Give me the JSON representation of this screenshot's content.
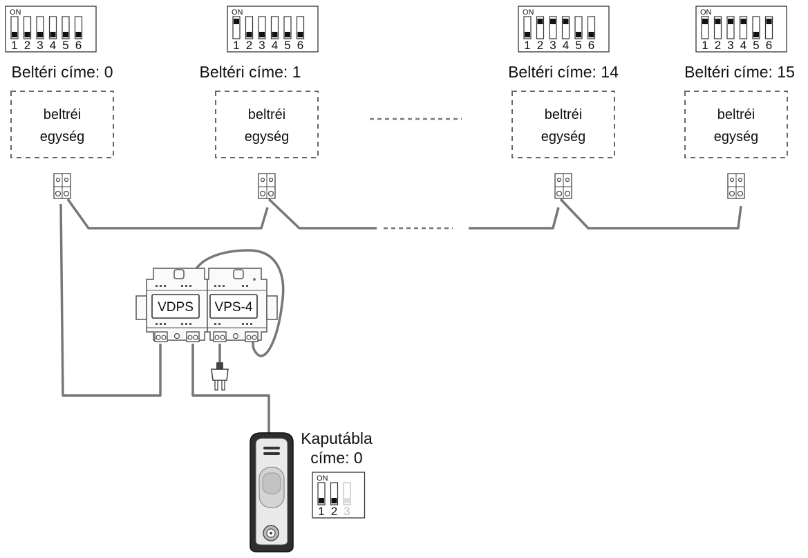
{
  "indoor_units": [
    {
      "address_label": "Beltéri címe: 0",
      "unit_label_line1": "beltréi",
      "unit_label_line2": "egység",
      "dip_on_label": "ON",
      "dip_numbers": [
        "1",
        "2",
        "3",
        "4",
        "5",
        "6"
      ],
      "dip_states": [
        0,
        0,
        0,
        0,
        0,
        0
      ]
    },
    {
      "address_label": "Beltéri címe: 1",
      "unit_label_line1": "beltréi",
      "unit_label_line2": "egység",
      "dip_on_label": "ON",
      "dip_numbers": [
        "1",
        "2",
        "3",
        "4",
        "5",
        "6"
      ],
      "dip_states": [
        1,
        0,
        0,
        0,
        0,
        0
      ]
    },
    {
      "address_label": "Beltéri címe: 14",
      "unit_label_line1": "beltréi",
      "unit_label_line2": "egység",
      "dip_on_label": "ON",
      "dip_numbers": [
        "1",
        "2",
        "3",
        "4",
        "5",
        "6"
      ],
      "dip_states": [
        0,
        1,
        1,
        1,
        0,
        0
      ]
    },
    {
      "address_label": "Beltéri címe: 15",
      "unit_label_line1": "beltréi",
      "unit_label_line2": "egység",
      "dip_on_label": "ON",
      "dip_numbers": [
        "1",
        "2",
        "3",
        "4",
        "5",
        "6"
      ],
      "dip_states": [
        1,
        1,
        1,
        1,
        0,
        1
      ]
    }
  ],
  "power_supplies": {
    "vdps_label": "VDPS",
    "vps4_label": "VPS-4"
  },
  "door_panel": {
    "title_line1": "Kaputábla",
    "title_line2": "címe: 0",
    "dip_on_label": "ON",
    "dip_numbers": [
      "1",
      "2",
      "3"
    ],
    "dip_states": [
      0,
      0,
      0
    ],
    "dip_disabled": [
      false,
      false,
      true
    ]
  },
  "colors": {
    "wire": "#777777",
    "line": "#333333",
    "switch_knob": "#111111"
  }
}
